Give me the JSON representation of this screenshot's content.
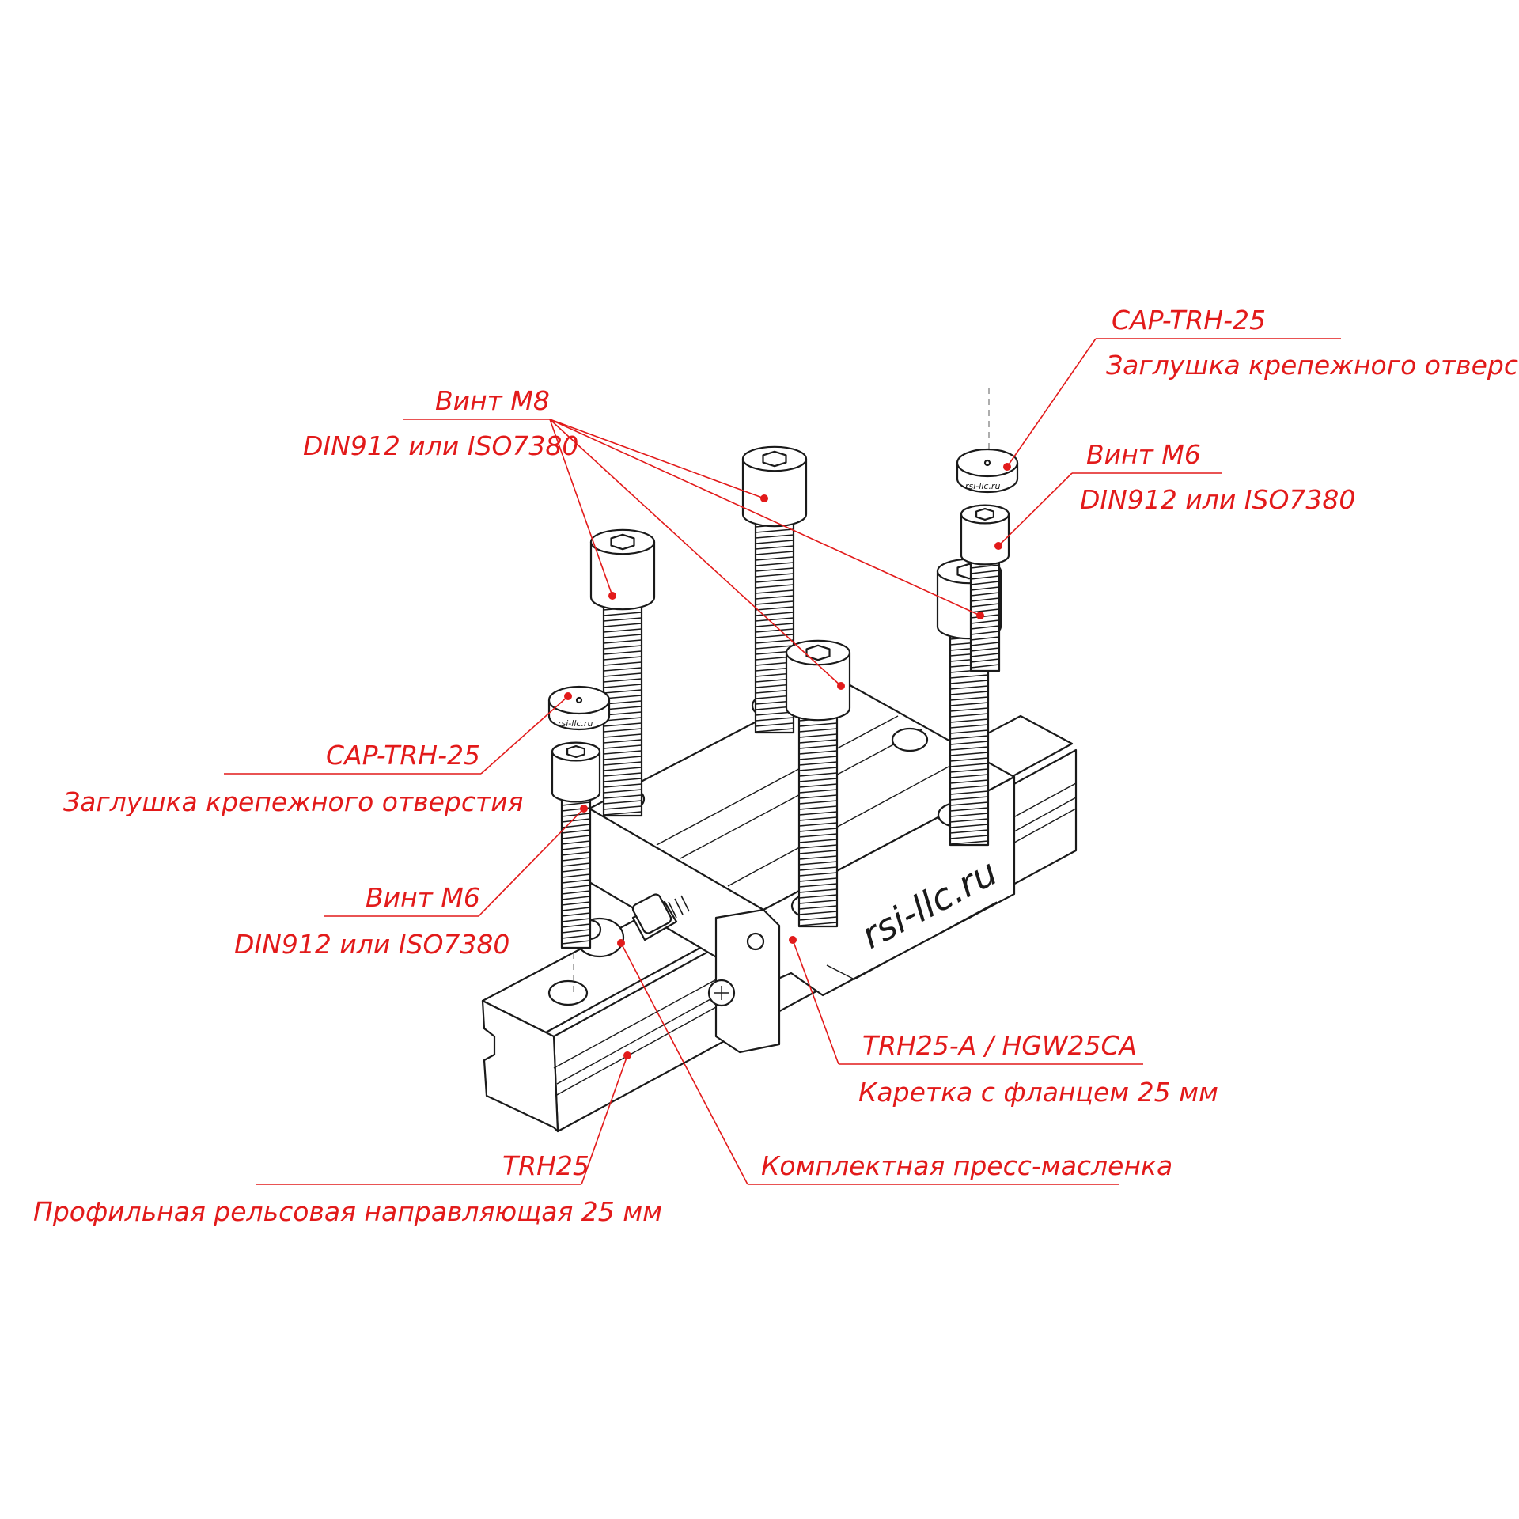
{
  "labels": {
    "screw_m8": {
      "line1": "Винт М8",
      "line2": "DIN912 или ISO7380"
    },
    "cap_top": {
      "line1": "CAP-TRH-25",
      "line2": "Заглушка крепежного отверстия"
    },
    "screw_m6_right": {
      "line1": "Винт М6",
      "line2": "DIN912 или ISO7380"
    },
    "cap_left": {
      "line1": "CAP-TRH-25",
      "line2": "Заглушка крепежного отверстия"
    },
    "screw_m6_left": {
      "line1": "Винт М6",
      "line2": "DIN912 или ISO7380"
    },
    "carriage": {
      "line1": "TRH25-A / HGW25CA",
      "line2": "Каретка с фланцем 25 мм"
    },
    "grease_nipple": {
      "line1": "Комплектная пресс-масленка"
    },
    "rail": {
      "line1": "TRH25",
      "line2": "Профильная рельсовая направляющая 25 мм"
    }
  },
  "carriage_brand": "rsi-llc.ru",
  "cap_brand": "rsi-llc.ru",
  "colors": {
    "annotation": "#e21a1a",
    "drawing": "#1a1a1a",
    "background": "#ffffff"
  }
}
